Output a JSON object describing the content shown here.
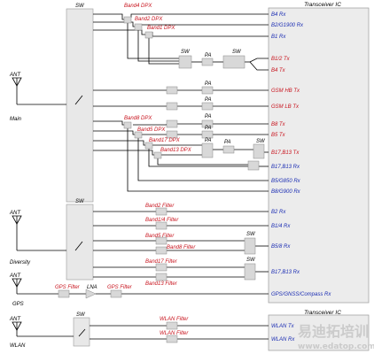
{
  "header": {
    "transceiver_top": "Transceiver IC",
    "transceiver_bottom": "Transceiver IC"
  },
  "antennas": {
    "ant1": "ANT",
    "ant2": "ANT",
    "ant3": "ANT",
    "ant4": "ANT",
    "main": "Main",
    "diversity": "Diversity",
    "gps": "GPS",
    "wlan": "WLAN"
  },
  "switches": {
    "sw_main": "SW",
    "sw_div": "SW",
    "sw_wlan": "SW",
    "sw_pa1": "SW",
    "sw_pa2": "SW",
    "sw_b17": "SW",
    "sw_div_b58": "SW",
    "sw_div_b17": "SW"
  },
  "pa": {
    "pa1": "PA",
    "pa2": "PA",
    "pa3": "PA",
    "pa4": "PA",
    "pa5": "PA",
    "pa6": "PA",
    "pa7": "PA"
  },
  "filters": {
    "band4_dpx": "Band4 DPX",
    "band2_dpx": "Band2 DPX",
    "band1_dpx": "Band1 DPX",
    "band8_dpx": "Band8 DPX",
    "band5_dpx": "Band5 DPX",
    "band17_dpx": "Band17 DPX",
    "band13_dpx": "Band13 DPX",
    "band2_filter": "Band2 Filter",
    "band14_filter": "Band1/4 Filter",
    "band5_filter": "Band5 Filter",
    "band8_filter": "Band8 Filter",
    "band17_filter": "Band17 Filter",
    "band13_filter": "Band13 Filter",
    "gps_filter1": "GPS Filter",
    "lna": "LNA",
    "gps_filter2": "GPS Filter",
    "wlan_filter1": "WLAN Filter",
    "wlan_filter2": "WLAN Filter"
  },
  "ports": {
    "b4rx": "B4 Rx",
    "b2rx_g1900": "B2/G1900 Rx",
    "b1rx": "B1 Rx",
    "b12tx": "B1/2 Tx",
    "b4tx": "B4 Tx",
    "gsmhbtx": "GSM HB Tx",
    "gsmlbtx": "GSM LB Tx",
    "b8tx": "B8 Tx",
    "b5tx": "B5 Tx",
    "b17b13tx": "B17,B13 Tx",
    "b17b13rx": "B17,B13 Rx",
    "b5g850rx": "B5/G850 Rx",
    "b8g900rx": "B8/G900 Rx",
    "b2rx": "B2 Rx",
    "b14rx": "B1/4 Rx",
    "b58rx": "B5/8 Rx",
    "b17b13rx_div": "B17,B13 Rx",
    "gps_rx": "GPS/GNSS/Compass Rx",
    "wlan_tx": "WLAN Tx",
    "wlan_rx": "WLAN Rx"
  },
  "watermark": {
    "cn": "易迪拓培训",
    "url": "www.edatop.com"
  },
  "colors": {
    "port_blue": "#1b2db3",
    "filter_red": "#c8141e",
    "ic_fill": "#ececec",
    "watermark": "#c6c6c6"
  }
}
